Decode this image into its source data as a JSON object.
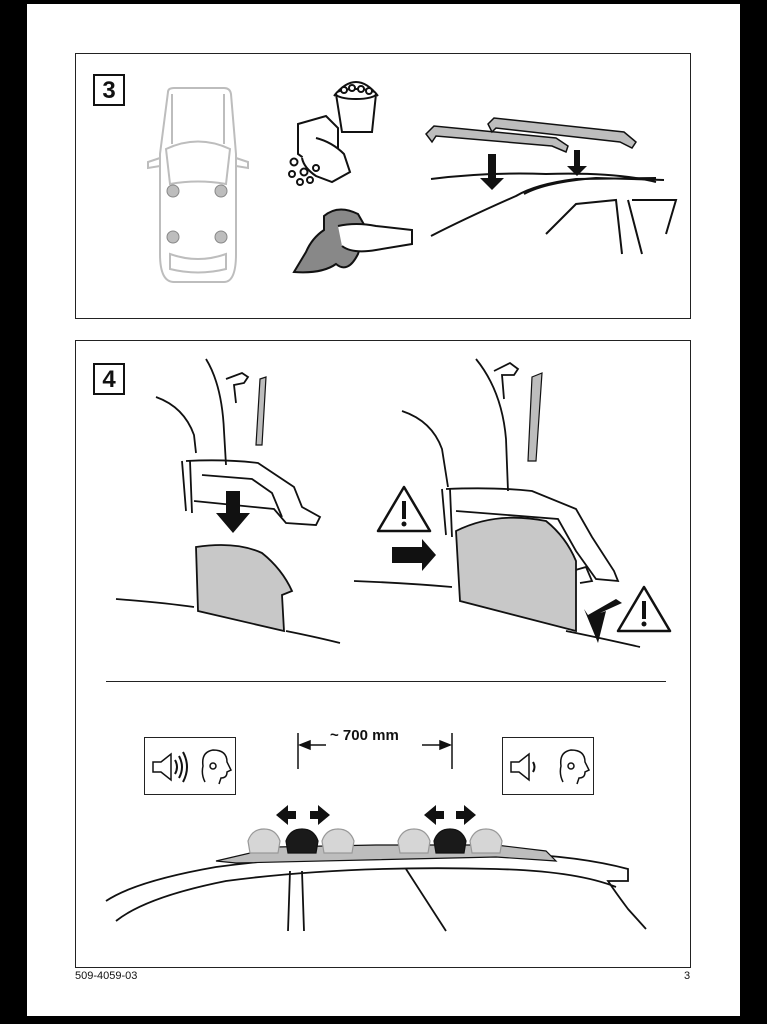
{
  "steps": {
    "step3": {
      "number": "3"
    },
    "step4": {
      "number": "4"
    }
  },
  "spacing": {
    "label": "~ 700 mm"
  },
  "footer": {
    "doc_number": "509-4059-03",
    "page_number": "3"
  },
  "icons": {
    "car_top": "car-top-view-icon",
    "bucket": "bucket-icon",
    "sponge": "sponge-hand-icon",
    "cloth": "cloth-hand-icon",
    "warning": "warning-triangle-icon",
    "speaker_loud": "speaker-loud-icon",
    "speaker_quiet": "speaker-quiet-icon"
  },
  "colors": {
    "line": "#222222",
    "fill_gray": "#c8c8c8",
    "light_gray": "#bdbdbd",
    "dark": "#1a1a1a"
  }
}
